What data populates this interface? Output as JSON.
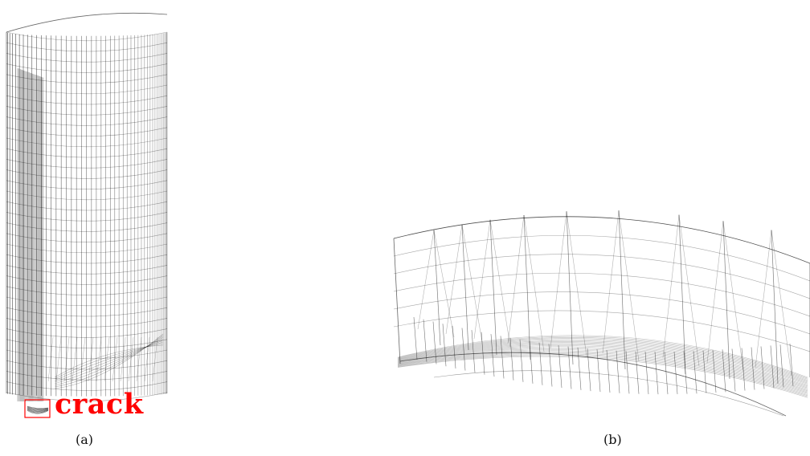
{
  "figure": {
    "panel_a": {
      "caption": "(a)",
      "annotation_label": "crack",
      "annotation_color": "#ff0000"
    },
    "panel_b": {
      "caption": "(b)"
    },
    "mesh_color": "#000000"
  }
}
